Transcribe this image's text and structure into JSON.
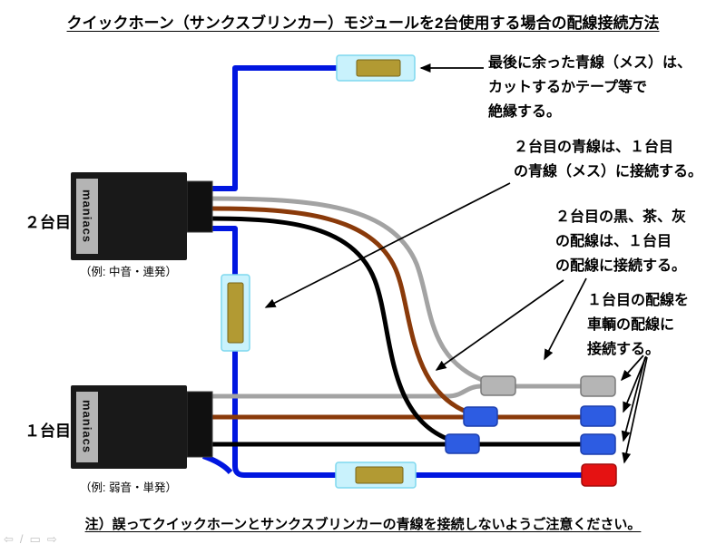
{
  "title": "クイックホーン（サンクスブリンカー）モジュールを2台使用する場合の配線接続方法",
  "footer_note": "注）誤ってクイックホーンとサンクスブリンカーの青線を接続しないようご注意ください。",
  "modules": {
    "unit2": {
      "label": "２台目",
      "brand": "maniacs",
      "example": "（例: 中音・連発）"
    },
    "unit1": {
      "label": "１台目",
      "brand": "maniacs",
      "example": "（例: 弱音・単発）"
    }
  },
  "annotations": {
    "leftover_blue": "最後に余った青線（メス）は、\nカットするかテープ等で\n絶縁する。",
    "unit2_blue": "２台目の青線は、１台目\nの青線（メス）に接続する。",
    "unit2_wires": "２台目の黒、茶、灰\nの配線は、１台目\nの配線に接続する。",
    "unit1_wires": "１台目の配線を\n車輌の配線に\n接続する。"
  },
  "colors": {
    "wire_blue": "#0016e0",
    "wire_gray": "#a3a3a3",
    "wire_brown": "#8a3a0a",
    "wire_black": "#000000",
    "connector_gray": "#b5b5b5",
    "connector_blue": "#2d5ce2",
    "connector_red": "#e51212",
    "connector_tan": "#b29a33",
    "highlight_cyan": "#c9f2fc",
    "module_black": "#191919"
  },
  "viewer_toolbar": {
    "icons": [
      "⇦",
      "/",
      "▭",
      "⇨"
    ]
  }
}
